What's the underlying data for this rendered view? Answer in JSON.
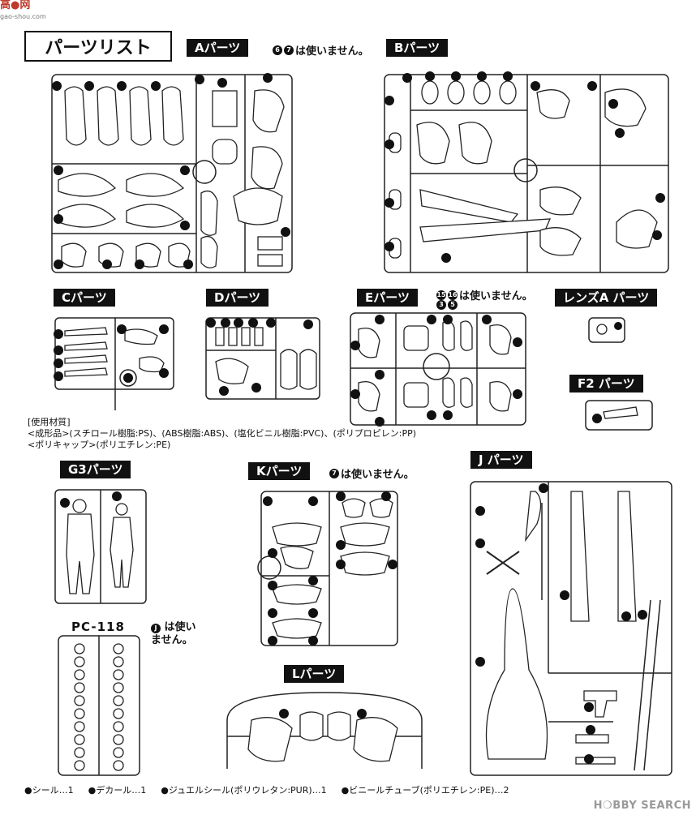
{
  "watermark_top": {
    "logo": "高●网",
    "sub": "gao-shou.com"
  },
  "watermark_bottom": "H❍BBY SEARCH",
  "page_title": "パーツリスト",
  "sections": {
    "A": {
      "label": "Aパーツ",
      "note_nums": [
        "6",
        "7"
      ],
      "note": "は使いません。"
    },
    "B": {
      "label": "Bパーツ"
    },
    "C": {
      "label": "Cパーツ"
    },
    "D": {
      "label": "Dパーツ"
    },
    "E": {
      "label": "Eパーツ",
      "note_nums_1": [
        "15",
        "16"
      ],
      "note_nums_2": [
        "3",
        "5"
      ],
      "note": "は使いません。"
    },
    "LA": {
      "label": "レンズA パーツ"
    },
    "F2": {
      "label": "F2 パーツ"
    },
    "G3": {
      "label": "G3パーツ"
    },
    "K": {
      "label": "Kパーツ",
      "note_num": "7",
      "note": "は使いません。"
    },
    "J": {
      "label": "J パーツ"
    },
    "L": {
      "label": "Lパーツ"
    },
    "PC": {
      "label": "PC-118",
      "note_letter": "J",
      "note_line1": "は使い",
      "note_line2": "ません。"
    }
  },
  "materials": {
    "heading": "[使用材質]",
    "line1": "<成形品>(スチロール樹脂:PS)、(ABS樹脂:ABS)、(塩化ビニル樹脂:PVC)、(ポリプロピレン:PP)",
    "line2": "<ポリキャップ>(ポリエチレン:PE)"
  },
  "footer": [
    "●シール…1",
    "●デカール…1",
    "●ジュエルシール(ポリウレタン:PUR)…1",
    "●ビニールチューブ(ポリエチレン:PE)…2"
  ]
}
